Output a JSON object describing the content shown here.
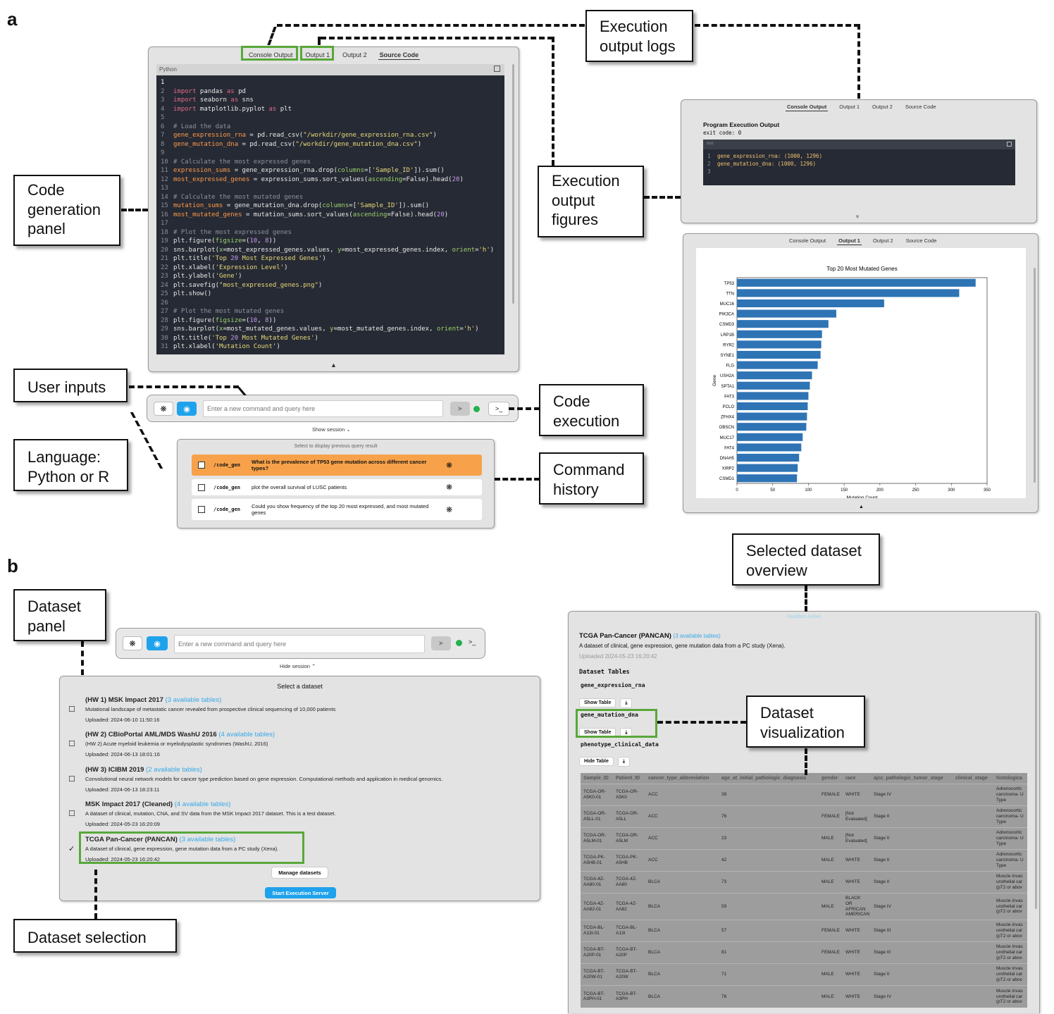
{
  "panels": {
    "a": "a",
    "b": "b"
  },
  "callouts": {
    "code_panel": [
      "Code",
      "generation",
      "panel"
    ],
    "exec_logs": [
      "Execution",
      "output logs"
    ],
    "exec_figs": [
      "Execution",
      "output",
      "figures"
    ],
    "user_inputs": "User inputs",
    "language": [
      "Language:",
      "Python or R"
    ],
    "code_exec": [
      "Code",
      "execution"
    ],
    "cmd_history": [
      "Command",
      "history"
    ],
    "selected_ds": [
      "Selected dataset",
      "overview"
    ],
    "dataset_panel": [
      "Dataset",
      "panel"
    ],
    "dataset_viz": [
      "Dataset",
      "visualization"
    ],
    "dataset_sel": "Dataset selection"
  },
  "code_window": {
    "tabs": [
      "Console Output",
      "Output 1",
      "Output 2",
      "Source Code"
    ],
    "lang": "Python",
    "lines": [
      "",
      "import pandas as pd",
      "import seaborn as sns",
      "import matplotlib.pyplot as plt",
      "",
      "# Load the data",
      "gene_expression_rna = pd.read_csv(\"/workdir/gene_expression_rna.csv\")",
      "gene_mutation_dna = pd.read_csv(\"/workdir/gene_mutation_dna.csv\")",
      "",
      "# Calculate the most expressed genes",
      "expression_sums = gene_expression_rna.drop(columns=['Sample_ID']).sum()",
      "most_expressed_genes = expression_sums.sort_values(ascending=False).head(20)",
      "",
      "# Calculate the most mutated genes",
      "mutation_sums = gene_mutation_dna.drop(columns=['Sample_ID']).sum()",
      "most_mutated_genes = mutation_sums.sort_values(ascending=False).head(20)",
      "",
      "# Plot the most expressed genes",
      "plt.figure(figsize=(10, 8))",
      "sns.barplot(x=most_expressed_genes.values, y=most_expressed_genes.index, orient='h')",
      "plt.title('Top 20 Most Expressed Genes')",
      "plt.xlabel('Expression Level')",
      "plt.ylabel('Gene')",
      "plt.savefig(\"most_expressed_genes.png\")",
      "plt.show()",
      "",
      "# Plot the most mutated genes",
      "plt.figure(figsize=(10, 8))",
      "sns.barplot(x=most_mutated_genes.values, y=most_mutated_genes.index, orient='h')",
      "plt.title('Top 20 Most Mutated Genes')",
      "plt.xlabel('Mutation Count')"
    ]
  },
  "input_bar": {
    "placeholder": "Enter a new command and query here",
    "show_session": "Show session",
    "hide_session": "Hide session"
  },
  "history": {
    "header": "Select to display previous query result",
    "items": [
      {
        "cmd": "/code_gen",
        "text": "What is the prevalence of TP53 gene mutation across different cancer types?"
      },
      {
        "cmd": "/code_gen",
        "text": "plot the overall survival of LUSC patients"
      },
      {
        "cmd": "/code_gen",
        "text": "Could you show frequency of the top 20 most expressed, and most mutated genes"
      }
    ]
  },
  "console_window": {
    "tabs": [
      "Console Output",
      "Output 1",
      "Output 2",
      "Source Code"
    ],
    "title": "Program Execution Output",
    "exit": "exit code: 0",
    "lang": "text",
    "lines": [
      "gene_expression_rna:  (1000, 1296)",
      "gene_mutation_dna:  (1000, 1296)",
      ""
    ]
  },
  "chart_window": {
    "tabs": [
      "Console Output",
      "Output 1",
      "Output 2",
      "Source Code"
    ]
  },
  "chart_data": {
    "type": "bar",
    "title": "Top 20 Most Mutated Genes",
    "xlabel": "Mutation Count",
    "ylabel": "Gene",
    "xlim": [
      0,
      350
    ],
    "xticks": [
      "0",
      "50",
      "100",
      "150",
      "200",
      "250",
      "300",
      "350"
    ],
    "categories": [
      "TP53",
      "TTN",
      "MUC16",
      "PIK3CA",
      "CSMD3",
      "LRP1B",
      "RYR2",
      "SYNE1",
      "FLG",
      "USH2A",
      "SPTA1",
      "FAT3",
      "PCLO",
      "ZFHX4",
      "OBSCN",
      "MUC17",
      "FAT4",
      "DNAH5",
      "XIRP2",
      "CSMD1"
    ],
    "values": [
      334,
      311,
      206,
      139,
      128,
      119,
      118,
      117,
      113,
      105,
      102,
      100,
      99,
      98,
      97,
      92,
      90,
      87,
      85,
      84
    ]
  },
  "dataset_panel": {
    "title": "Select a dataset",
    "items": [
      {
        "name": "(HW 1) MSK Impact 2017",
        "tables": "(3 available tables)",
        "desc": "Mutational landscape of metastatic cancer revealed from prospective clinical sequencing of 10,000 patients",
        "uploaded": "Uploaded: 2024-06-10 11:50:16",
        "checked": "☐"
      },
      {
        "name": "(HW 2) CBioPortal AML/MDS WashU 2016",
        "tables": "(4 available tables)",
        "desc": "(HW 2) Acute myeloid leukemia or myelodysplastic syndromes (WashU, 2016)",
        "uploaded": "Uploaded: 2024-06-13 18:01:16",
        "checked": "☐"
      },
      {
        "name": "(HW 3) ICIBM 2019",
        "tables": "(2 available tables)",
        "desc": "Convolutional neural network models for cancer type prediction based on gene expression. Computational methods and application in medical genomics.",
        "uploaded": "Uploaded: 2024-06-13 18:23:11",
        "checked": "☐"
      },
      {
        "name": "MSK Impact 2017 (Cleaned)",
        "tables": "(4 available tables)",
        "desc": "A dataset of clinical, mutation, CNA, and SV data from the MSK Impact 2017 dataset. This is a test dataset.",
        "uploaded": "Uploaded: 2024-05-23 16:20:09",
        "checked": "☐"
      },
      {
        "name": "TCGA Pan-Cancer (PANCAN)",
        "tables": "(3 available tables)",
        "desc": "A dataset of clinical, gene expression, gene mutation data from a PC study (Xena).",
        "uploaded": "Uploaded: 2024-05-23 16:20:42",
        "checked": "✓"
      }
    ],
    "manage": "Manage datasets",
    "start": "Start Execution Server"
  },
  "overview": {
    "sandbox": "Sandbox Active",
    "title": "TCGA Pan-Cancer (PANCAN)",
    "tables_count": "(3 available tables)",
    "desc": "A dataset of clinical, gene expression, gene mutation data from a PC study (Xena).",
    "uploaded": "Uploaded 2024-05-23 16:20:42",
    "section": "Dataset Tables",
    "tables": [
      {
        "name": "gene_expression_rna",
        "btn": "Show Table"
      },
      {
        "name": "gene_mutation_dna",
        "btn": "Show Table"
      },
      {
        "name": "phenotype_clinical_data",
        "btn": "Hide Table"
      }
    ],
    "columns": [
      "Sample_ID",
      "Patient_ID",
      "cancer_type_abbreviation",
      "age_at_initial_pathologic_diagnosis",
      "gender",
      "race",
      "ajcc_pathologic_tumor_stage",
      "clinical_stage",
      "histologica"
    ],
    "rows": [
      [
        "TCGA-OR-A5K0-01",
        "TCGA-OR-A5K0",
        "ACC",
        "39",
        "FEMALE",
        "WHITE",
        "Stage IV",
        "",
        "Adrenocortic carcinoma- U Type"
      ],
      [
        "TCGA-OR-A5LL-01",
        "TCGA-OR-A5LL",
        "ACC",
        "76",
        "FEMALE",
        "[Not Evaluated]",
        "Stage II",
        "",
        "Adrenocortic carcinoma- U Type"
      ],
      [
        "TCGA-OR-A5LM-01",
        "TCGA-OR-A5LM",
        "ACC",
        "23",
        "MALE",
        "[Not Evaluated]",
        "Stage II",
        "",
        "Adrenocortic carcinoma- U Type"
      ],
      [
        "TCGA-PK-A5HB-01",
        "TCGA-PK-A5HB",
        "ACC",
        "42",
        "MALE",
        "WHITE",
        "Stage II",
        "",
        "Adrenocortic carcinoma- U Type"
      ],
      [
        "TCGA-4Z-AA80-01",
        "TCGA-4Z-AA80",
        "BLCA",
        "73",
        "MALE",
        "WHITE",
        "Stage II",
        "",
        "Muscle invas urothelial car (pT2 or abov"
      ],
      [
        "TCGA-4Z-AA82-01",
        "TCGA-4Z-AA82",
        "BLCA",
        "59",
        "MALE",
        "BLACK OR AFRICAN AMERICAN",
        "Stage IV",
        "",
        "Muscle invas urothelial car (pT2 or abov"
      ],
      [
        "TCGA-BL-A13I-01",
        "TCGA-BL-A13I",
        "BLCA",
        "57",
        "FEMALE",
        "WHITE",
        "Stage III",
        "",
        "Muscle invas urothelial car (pT2 or abov"
      ],
      [
        "TCGA-BT-A20P-01",
        "TCGA-BT-A20P",
        "BLCA",
        "81",
        "FEMALE",
        "WHITE",
        "Stage III",
        "",
        "Muscle invas urothelial car (pT2 or abov"
      ],
      [
        "TCGA-BT-A20W-01",
        "TCGA-BT-A20W",
        "BLCA",
        "71",
        "MALE",
        "WHITE",
        "Stage II",
        "",
        "Muscle invas urothelial car (pT2 or abov"
      ],
      [
        "TCGA-BT-A3PH-01",
        "TCGA-BT-A3PH",
        "BLCA",
        "76",
        "MALE",
        "WHITE",
        "Stage IV",
        "",
        "Muscle invas urothelial car (pT2 or abov"
      ]
    ]
  }
}
